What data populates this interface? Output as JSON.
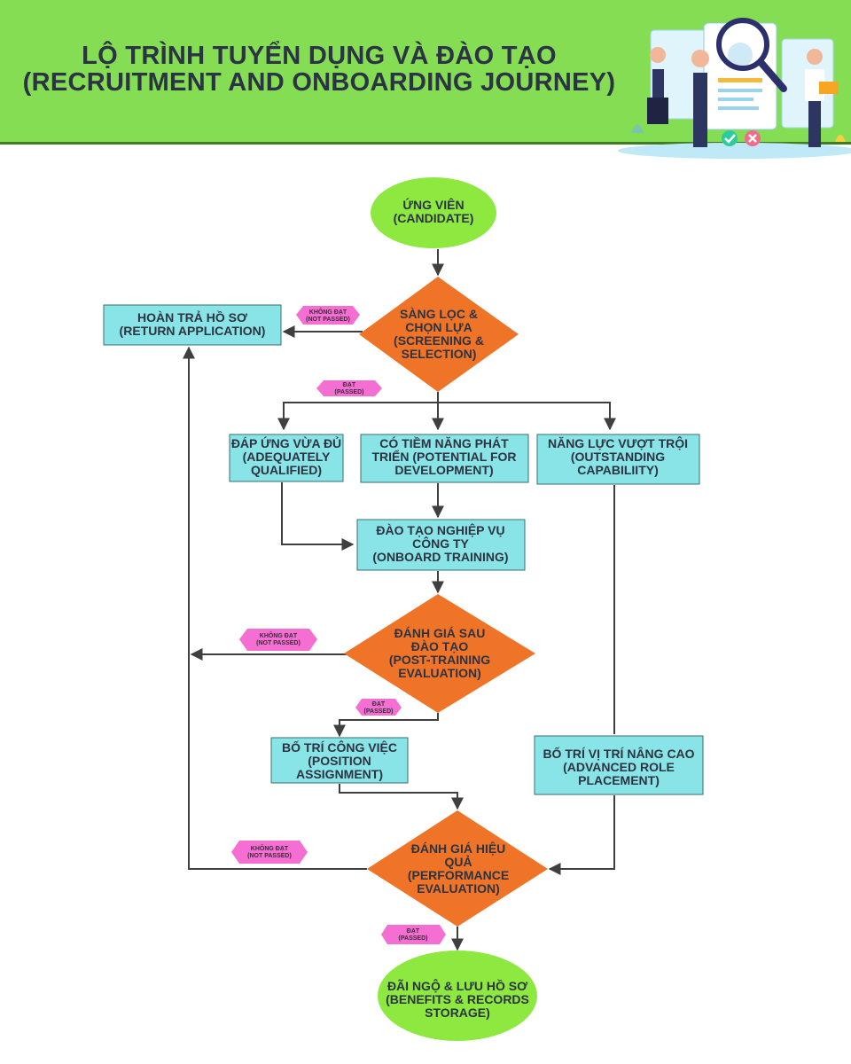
{
  "header": {
    "title_line1": "LỘ TRÌNH TUYỂN DỤNG VÀ ĐÀO TẠO",
    "title_line2": "(RECRUITMENT AND ONBOARDING JOURNEY)"
  },
  "colors": {
    "header_bg": "#84dd52",
    "terminal": "#8de83f",
    "decision": "#f07428",
    "process": "#88e4e6",
    "tag": "#f56fd3",
    "line": "#3f3f3f"
  },
  "nodes": {
    "candidate": [
      "ỨNG VIÊN",
      "(CANDIDATE)"
    ],
    "screening": [
      "SÀNG LỌC &",
      "CHỌN LỰA",
      "(SCREENING &",
      "SELECTION)"
    ],
    "return_app": [
      "HOÀN TRẢ HỒ SƠ",
      "(RETURN APPLICATION)"
    ],
    "adequate": [
      "ĐÁP ỨNG VỪA ĐỦ",
      "(ADEQUATELY",
      "QUALIFIED)"
    ],
    "potential": [
      "CÓ TIỀM NĂNG PHÁT",
      "TRIỂN (POTENTIAL FOR",
      "DEVELOPMENT)"
    ],
    "outstanding": [
      "NĂNG LỰC VƯỢT TRỘI",
      "(OUTSTANDING",
      "CAPABILIITY)"
    ],
    "onboard": [
      "ĐÀO TẠO NGHIỆP VỤ",
      "CÔNG TY",
      "(ONBOARD TRAINING)"
    ],
    "post_eval": [
      "ĐÁNH GIÁ SAU",
      "ĐÀO TẠO",
      "(POST-TRAINING",
      "EVALUATION)"
    ],
    "position": [
      "BỐ TRÍ CÔNG VIỆC",
      "(POSITION",
      "ASSIGNMENT)"
    ],
    "advanced": [
      "BỐ TRÍ VỊ TRÍ NÂNG CAO",
      "(ADVANCED ROLE",
      "PLACEMENT)"
    ],
    "perf_eval": [
      "ĐÁNH GIÁ HIỆU",
      "QUẢ",
      "(PERFORMANCE",
      "EVALUATION)"
    ],
    "benefits": [
      "ĐÃI NGỘ & LƯU HỒ SƠ",
      "(BENEFITS & RECORDS",
      "STORAGE)"
    ]
  },
  "tags": {
    "not_passed_1": [
      "KHÔNG ĐẠT",
      "(NOT PASSED)"
    ],
    "passed_1": [
      "ĐẠT",
      "(PASSED)"
    ],
    "not_passed_2": [
      "KHÔNG ĐẠT",
      "(NOT PASSED)"
    ],
    "passed_2": [
      "ĐẠT",
      "(PASSED)"
    ],
    "not_passed_3": [
      "KHÔNG ĐẠT",
      "(NOT PASSED)"
    ],
    "passed_3": [
      "ĐẠT",
      "(PASSED)"
    ]
  },
  "illustration": {
    "icons": [
      "magnifier-icon",
      "check-icon",
      "cross-icon",
      "profile-card-icon"
    ]
  }
}
